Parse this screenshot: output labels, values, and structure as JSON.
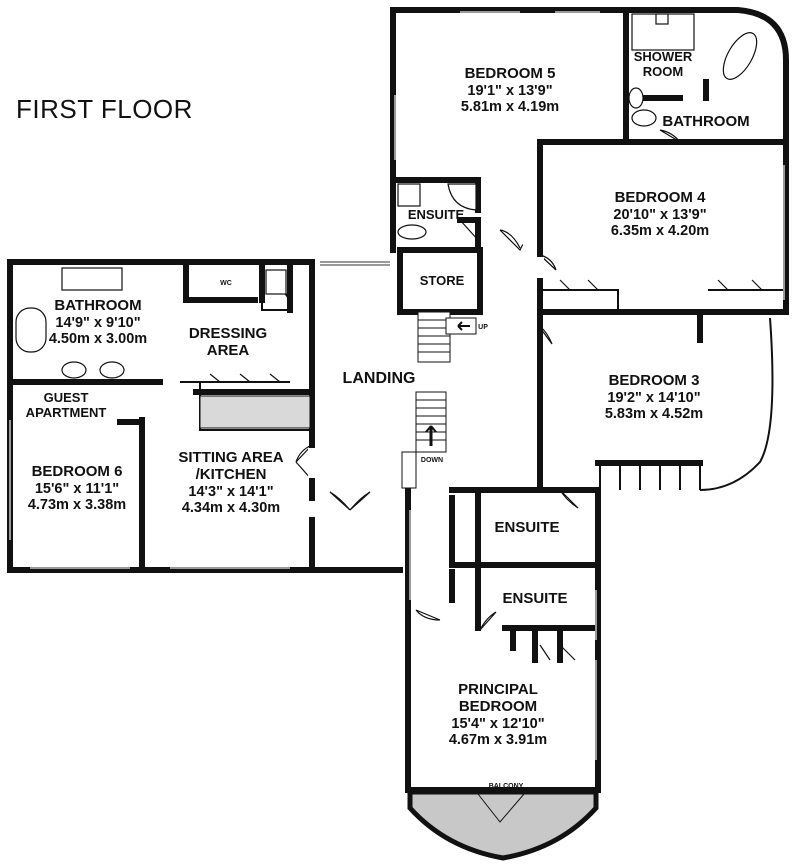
{
  "floor_title": "FIRST FLOOR",
  "rooms": {
    "bedroom5": {
      "name": "BEDROOM 5",
      "imperial": "19'1\"  x 13'9\"",
      "metric": "5.81m  x 4.19m"
    },
    "shower_room": {
      "name_line1": "SHOWER",
      "name_line2": "ROOM"
    },
    "bathroom_top": {
      "name": "BATHROOM"
    },
    "ensuite_top": {
      "name": "ENSUITE"
    },
    "bedroom4": {
      "name": "BEDROOM 4",
      "imperial": "20'10\"  x 13'9\"",
      "metric": "6.35m  x 4.20m"
    },
    "store": {
      "name": "STORE"
    },
    "bathroom_guest": {
      "name": "BATHROOM",
      "imperial": "14'9\"  x 9'10\"",
      "metric": "4.50m  x 3.00m"
    },
    "wc": {
      "name": "WC"
    },
    "dressing": {
      "name_line1": "DRESSING",
      "name_line2": "AREA"
    },
    "landing": {
      "name": "LANDING"
    },
    "bedroom3": {
      "name": "BEDROOM 3",
      "imperial": "19'2\"  x 14'10\"",
      "metric": "5.83m  x 4.52m"
    },
    "guest_apartment": {
      "name_line1": "GUEST",
      "name_line2": "APARTMENT"
    },
    "bedroom6": {
      "name": "BEDROOM 6",
      "imperial": "15'6\"  x 11'1\"",
      "metric": "4.73m  x 3.38m"
    },
    "sitting": {
      "name_line1": "SITTING AREA",
      "name_line2": "/KITCHEN",
      "imperial": "14'3\"  x 14'1\"",
      "metric": "4.34m  x 4.30m"
    },
    "ensuite_1": {
      "name": "ENSUITE"
    },
    "ensuite_2": {
      "name": "ENSUITE"
    },
    "principal": {
      "name_line1": "PRINCIPAL",
      "name_line2": "BEDROOM",
      "imperial": "15'4\"  x 12'10\"",
      "metric": "4.67m  x 3.91m"
    },
    "balcony": {
      "name": "BALCONY"
    }
  },
  "stairs": {
    "up_label": "UP",
    "down_label": "DOWN"
  },
  "colors": {
    "wall": "#111111",
    "balcony_fill": "#c8c8c8",
    "counter_fill": "#d9d9d9",
    "window": "#9a9a9a"
  }
}
